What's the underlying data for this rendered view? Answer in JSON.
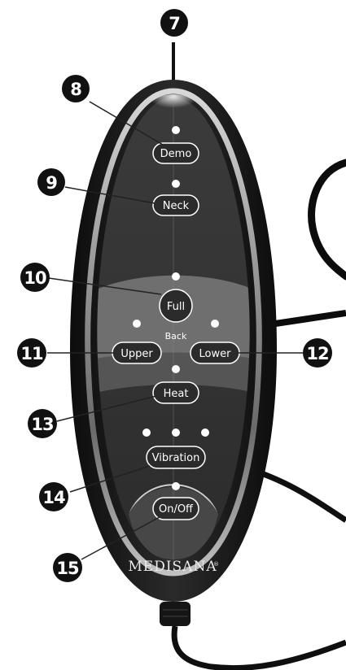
{
  "buttons": {
    "demo": "Demo",
    "neck": "Neck",
    "full": "Full",
    "back": "Back",
    "upper": "Upper",
    "lower": "Lower",
    "heat": "Heat",
    "vibration": "Vibration",
    "onoff": "On/Off"
  },
  "brand": {
    "name": "MEDISANA",
    "mark": "®"
  },
  "callouts": [
    "7",
    "8",
    "9",
    "10",
    "11",
    "12",
    "13",
    "14",
    "15"
  ],
  "colors": {
    "body": "#1c1c1c",
    "face": "#3a3a3a",
    "band": "#6d6d6d",
    "led": "#ffffff",
    "callout": "#111111"
  }
}
